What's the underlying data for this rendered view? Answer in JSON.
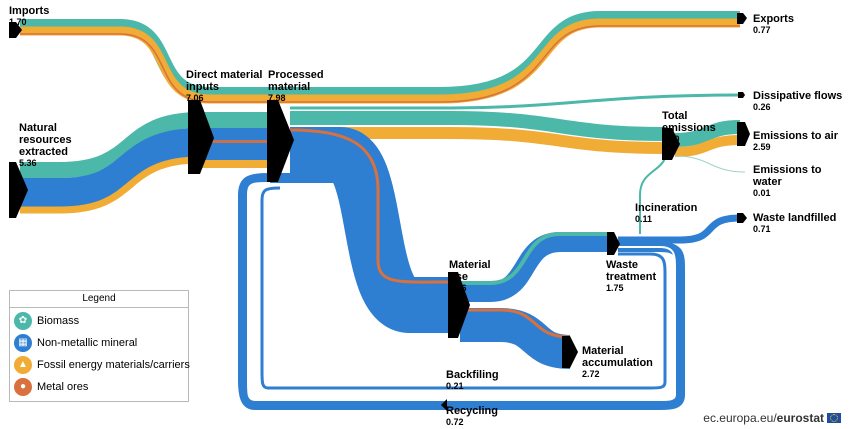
{
  "colors": {
    "biomass": "#4bb8a9",
    "non_metallic_mineral": "#2e7ed1",
    "fossil_energy": "#f0ac35",
    "metal_ores": "#d9713e",
    "node": "#000000"
  },
  "nodes": {
    "imports": {
      "label": "Imports",
      "value": "1.70"
    },
    "natural_resources": {
      "label": "Natural resources extracted",
      "value": "5.36"
    },
    "direct_material_inputs": {
      "label": "Direct material inputs",
      "value": "7.06"
    },
    "processed_material": {
      "label": "Processed material",
      "value": "7.98"
    },
    "exports": {
      "label": "Exports",
      "value": "0.77"
    },
    "dissipative_flows": {
      "label": "Dissipative flows",
      "value": "0.26"
    },
    "total_emissions": {
      "label": "Total emissions",
      "value": "2.60"
    },
    "emissions_to_air": {
      "label": "Emissions to air",
      "value": "2.59"
    },
    "emissions_to_water": {
      "label": "Emissions to water",
      "value": "0.01"
    },
    "incineration": {
      "label": "Incineration",
      "value": "0.11"
    },
    "waste_landfilled": {
      "label": "Waste landfilled",
      "value": "0.71"
    },
    "waste_treatment": {
      "label": "Waste treatment",
      "value": "1.75"
    },
    "material_use": {
      "label": "Material use",
      "value": "4.46"
    },
    "material_accumulation": {
      "label": "Material accumulation",
      "value": "2.72"
    },
    "backfilling": {
      "label": "Backfiling",
      "value": "0.21"
    },
    "recycling": {
      "label": "Recycling",
      "value": "0.72"
    }
  },
  "legend": {
    "title": "Legend",
    "items": [
      {
        "label": "Biomass",
        "icon": "leaf-icon",
        "color": "#4bb8a9"
      },
      {
        "label": "Non-metallic mineral",
        "icon": "brick-icon",
        "color": "#2e7ed1"
      },
      {
        "label": "Fossil energy materials/carriers",
        "icon": "fuel-drop-icon",
        "color": "#f0ac35"
      },
      {
        "label": "Metal ores",
        "icon": "ore-cart-icon",
        "color": "#d9713e"
      }
    ]
  },
  "footer": {
    "site": "ec.europa.eu/",
    "brand": "eurostat"
  }
}
